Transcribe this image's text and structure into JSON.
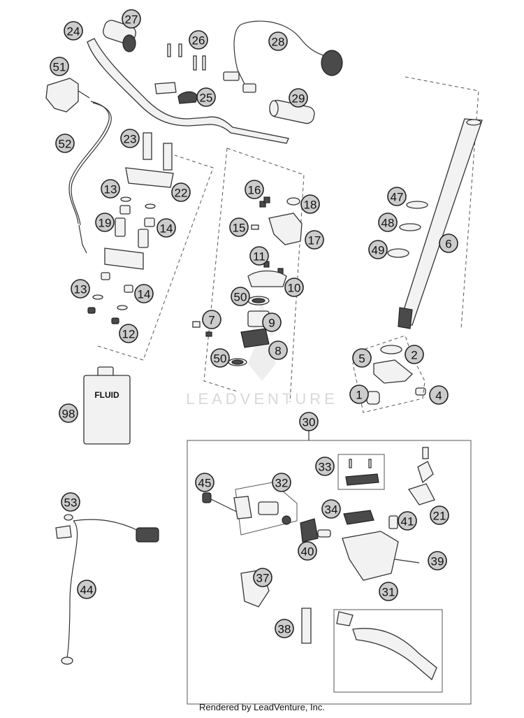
{
  "watermark": "LEADVENTURE",
  "footer": "Rendered by LeadVenture, Inc.",
  "fluid_label": "FLUID",
  "callouts": [
    "27",
    "24",
    "26",
    "28",
    "51",
    "25",
    "29",
    "52",
    "23",
    "22",
    "13",
    "16",
    "18",
    "19",
    "14",
    "15",
    "17",
    "47",
    "48",
    "6",
    "49",
    "11",
    "10",
    "13",
    "14",
    "50",
    "7",
    "9",
    "12",
    "2",
    "8",
    "50",
    "5",
    "4",
    "1",
    "98",
    "30",
    "33",
    "45",
    "32",
    "21",
    "34",
    "41",
    "53",
    "40",
    "39",
    "37",
    "44",
    "31",
    "38"
  ],
  "colors": {
    "callout_fill": "#cccccc",
    "line": "#333333",
    "watermark": "#dcdcdc"
  }
}
